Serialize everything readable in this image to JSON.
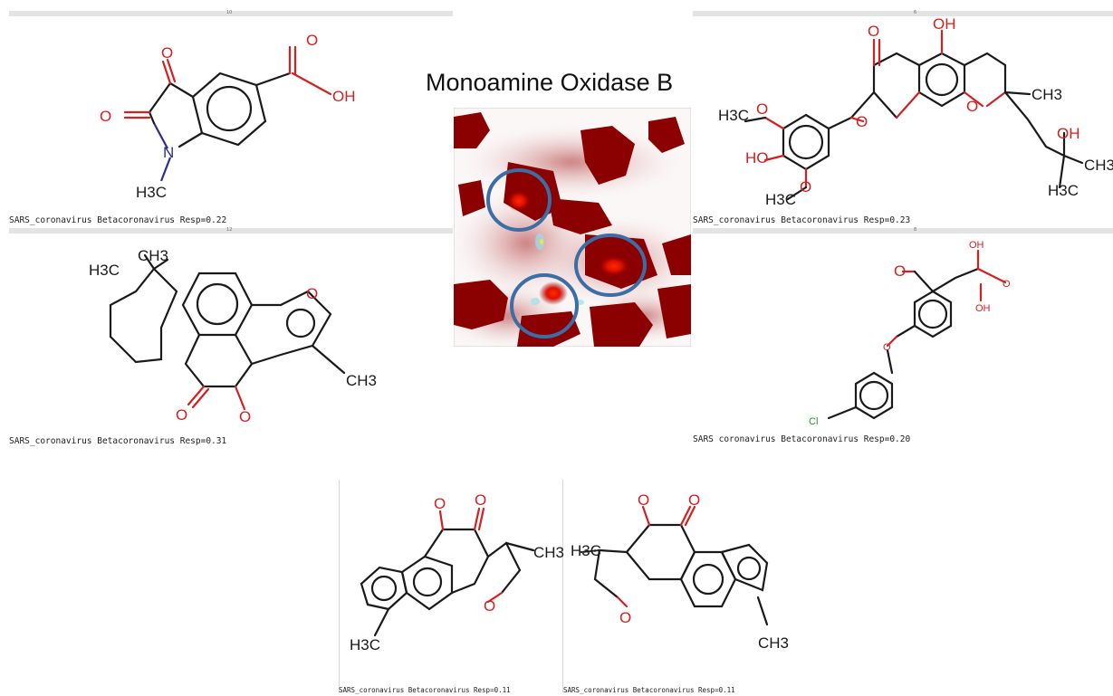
{
  "figure": {
    "title": "Monoamine Oxidase B",
    "molecules": [
      {
        "id": "mol-top-left",
        "index": "10",
        "caption": "SARS_coronavirus Betacoronavirus Resp=0.22"
      },
      {
        "id": "mol-top-right",
        "index": "6",
        "caption": "SARS_coronavirus Betacoronavirus Resp=0.23"
      },
      {
        "id": "mol-mid-left",
        "index": "12",
        "caption": "SARS_coronavirus Betacoronavirus Resp=0.31"
      },
      {
        "id": "mol-mid-right",
        "index": "8",
        "caption": "SARS coronavirus Betacoronavirus Resp=0.20"
      },
      {
        "id": "mol-bottom-left",
        "index": "",
        "caption": "SARS_coronavirus Betacoronavirus Resp=0.11"
      },
      {
        "id": "mol-bottom-right",
        "index": "",
        "caption": "SARS_coronavirus Betacoronavirus Resp=0.11"
      }
    ],
    "atoms": {
      "O": "O",
      "OH": "OH",
      "HO": "HO",
      "N": "N",
      "Cl": "Cl",
      "H3C": "H3C",
      "CH3": "CH3"
    },
    "colors": {
      "bond": "#1a1a1a",
      "oxygen": "#d42020",
      "nitrogen": "#2d2d8f",
      "chlorine": "#1a9a1a",
      "heat_dark": "#8b0000",
      "highlight_circle": "#3a6ea5"
    }
  }
}
